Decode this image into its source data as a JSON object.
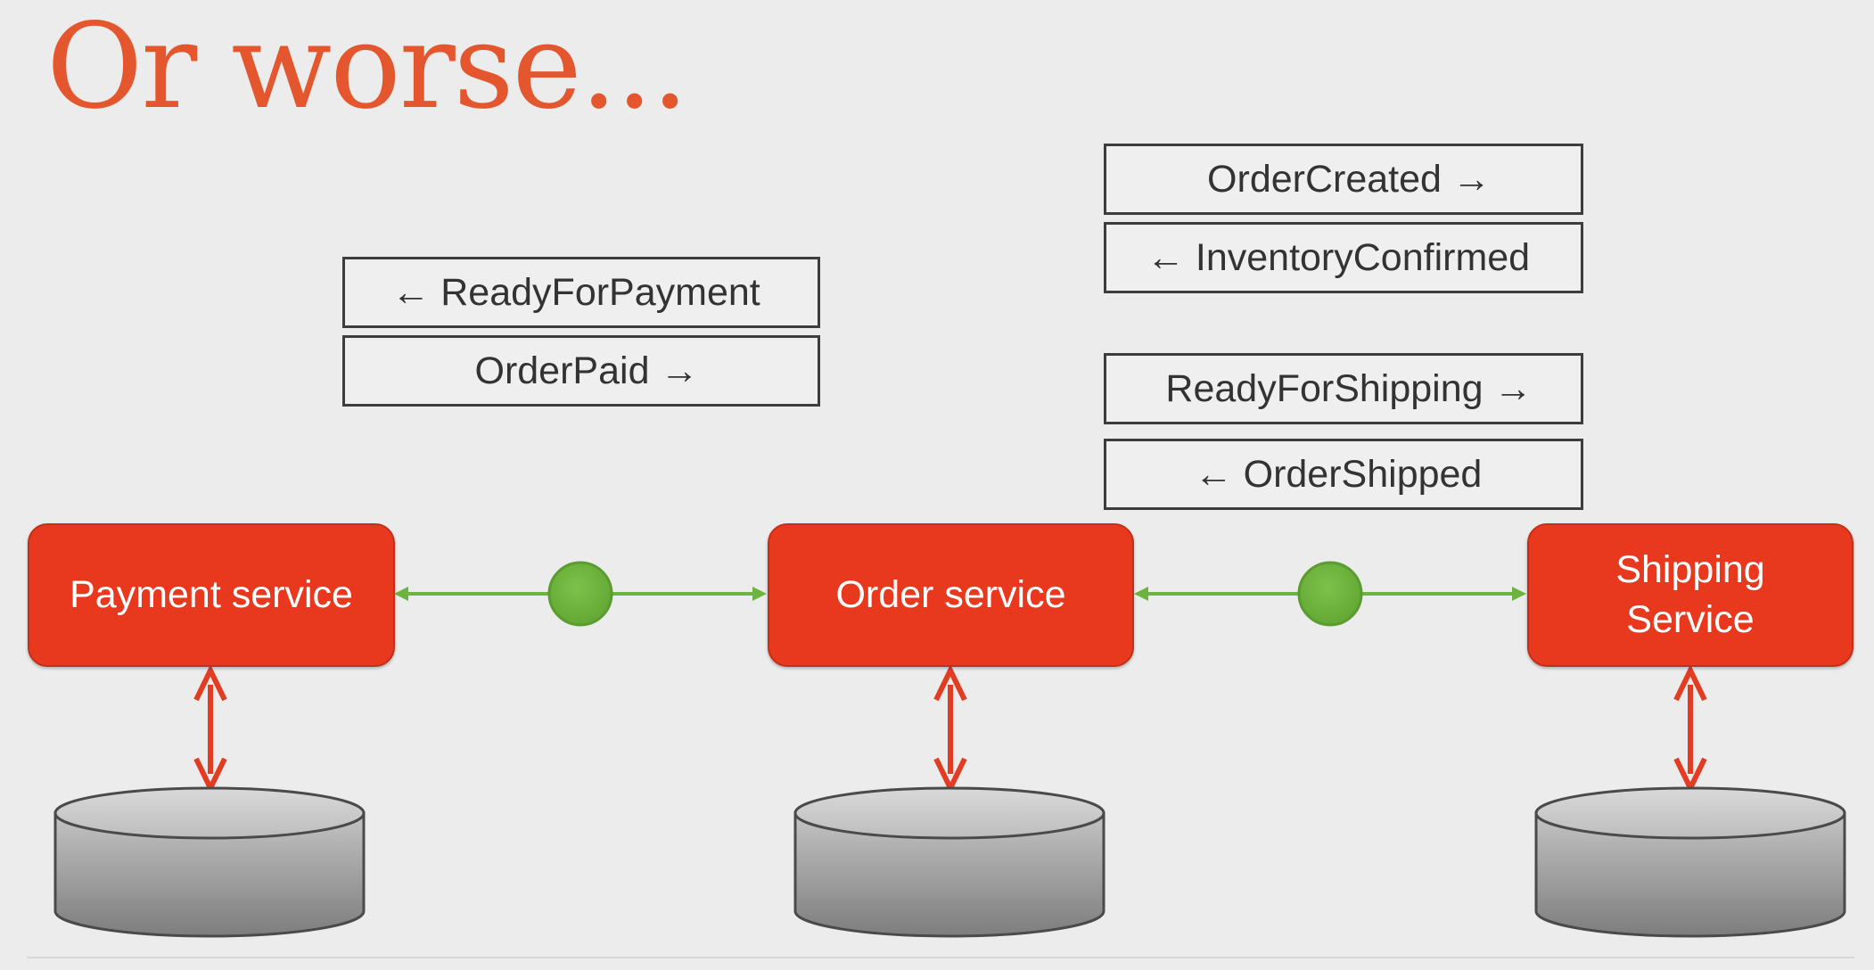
{
  "title": "Or worse...",
  "events": {
    "ready_for_payment": {
      "arrow_left": "←",
      "label": "ReadyForPayment",
      "arrow_right": ""
    },
    "order_paid": {
      "arrow_left": "",
      "label": "OrderPaid",
      "arrow_right": "→"
    },
    "order_created": {
      "arrow_left": "",
      "label": "OrderCreated",
      "arrow_right": "→"
    },
    "inventory_confirmed": {
      "arrow_left": "←",
      "label": "InventoryConfirmed",
      "arrow_right": ""
    },
    "ready_for_shipping": {
      "arrow_left": "",
      "label": "ReadyForShipping",
      "arrow_right": "→"
    },
    "order_shipped": {
      "arrow_left": "←",
      "label": "OrderShipped",
      "arrow_right": ""
    }
  },
  "services": {
    "payment": {
      "line1": "Payment service",
      "line2": ""
    },
    "order": {
      "line1": "Order service",
      "line2": ""
    },
    "shipping": {
      "line1": "Shipping",
      "line2": "Service"
    }
  },
  "colors": {
    "title": "#e4572e",
    "service_fill": "#e8391e",
    "connector_green": "#6db33f",
    "db_arrow": "#e23d22",
    "event_border": "#3d3d3d",
    "database_gray": "#9a9a9a"
  }
}
